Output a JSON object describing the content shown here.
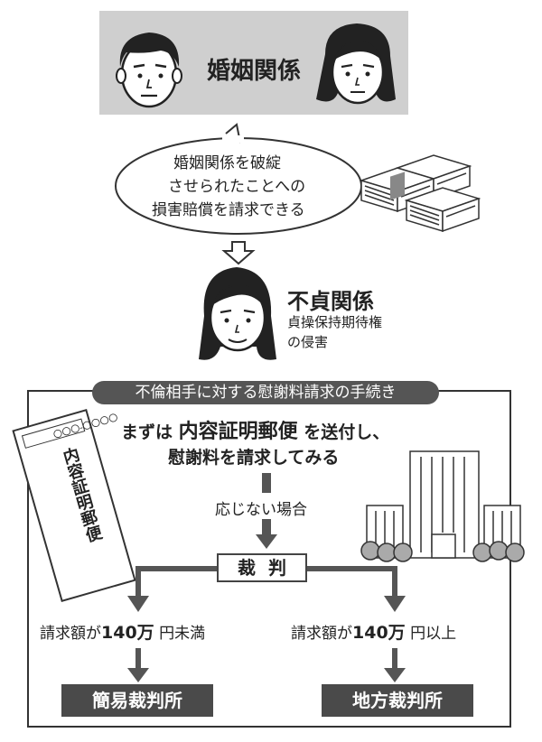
{
  "top": {
    "label": "婚姻関係"
  },
  "bubble": {
    "lines": [
      "婚姻関係を破綻",
      "させられたことへの",
      "損害賠償を請求できる"
    ]
  },
  "affair": {
    "title": "不貞関係",
    "subtitle_lines": [
      "貞操保持期待権",
      "の侵害"
    ]
  },
  "procedure": {
    "title": "不倫相手に対する慰謝料請求の手続き",
    "line1_prefix": "まずは",
    "line1_highlight": "内容証明郵便",
    "line1_suffix": "を送付し、",
    "line2": "慰謝料を請求してみる",
    "condition": "応じない場合",
    "trial": "裁判",
    "left_prefix": "請求額が",
    "left_amount": "140万",
    "left_suffix": "円未満",
    "right_prefix": "請求額が",
    "right_amount": "140万",
    "right_suffix": "円以上",
    "left_court": "簡易裁判所",
    "right_court": "地方裁判所"
  },
  "envelope": {
    "header": "〇〇〇-〇〇〇〇",
    "text": "内容証明郵便"
  }
}
